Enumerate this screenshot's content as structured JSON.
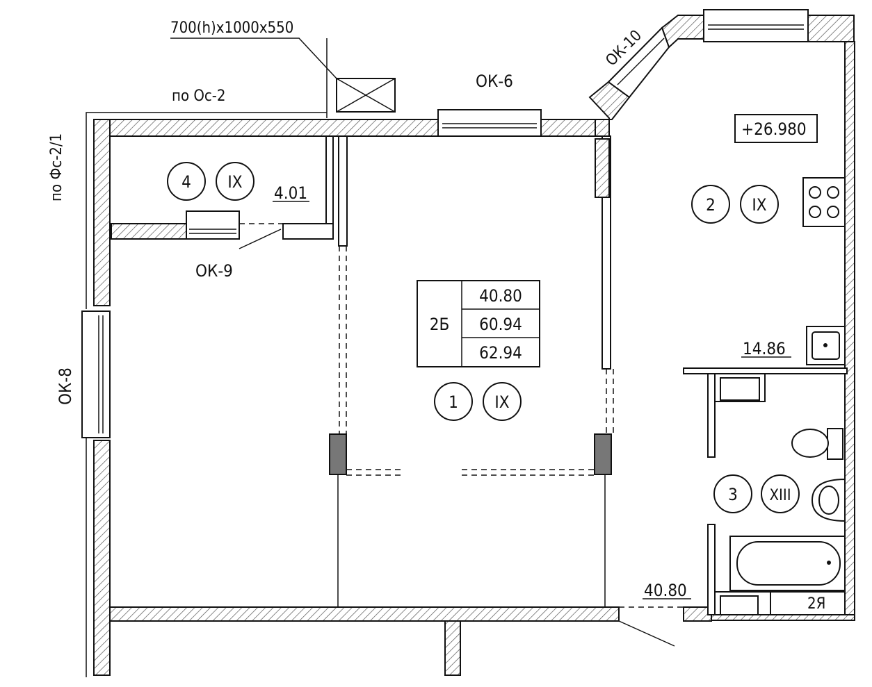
{
  "annotations": {
    "vent_size": "700(h)x1000x550",
    "axis_top": "по Ос-2",
    "axis_left": "по Фс-2/1",
    "window_top": "ОК-6",
    "window_corner": "ОК-10",
    "window_storage": "ОК-9",
    "window_left": "ОК-8",
    "elevation": "+26.980"
  },
  "apartment": {
    "type": "2Б",
    "area_living": "40.80",
    "area_total": "60.94",
    "area_with_balcony": "62.94"
  },
  "rooms": [
    {
      "number": "1",
      "class": "IX",
      "area": "40.80"
    },
    {
      "number": "2",
      "class": "IX",
      "area": "14.86"
    },
    {
      "number": "3",
      "class": "XIII",
      "area": "2Я"
    },
    {
      "number": "4",
      "class": "IX",
      "area": "4.01"
    }
  ]
}
